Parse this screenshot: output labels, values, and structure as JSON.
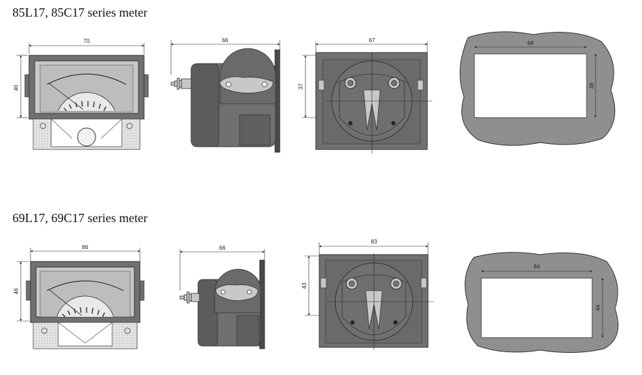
{
  "colors": {
    "body": "#707070",
    "dark": "#3f3f3f",
    "face": "#c8c8c8",
    "panel": "#9a9a9a",
    "white": "#ffffff"
  },
  "sections": [
    {
      "title": "85L17, 85C17 series meter",
      "front": {
        "width": "70",
        "height": "40"
      },
      "side": {
        "depth": "66"
      },
      "back": {
        "width": "67",
        "height": "37"
      },
      "cutout": {
        "width": "68",
        "height": "38"
      }
    },
    {
      "title": "69L17, 69C17 series meter",
      "front": {
        "width": "86",
        "height": "46"
      },
      "side": {
        "depth": "66"
      },
      "back": {
        "width": "83",
        "height": "43"
      },
      "cutout": {
        "width": "84",
        "height": "44"
      }
    }
  ]
}
